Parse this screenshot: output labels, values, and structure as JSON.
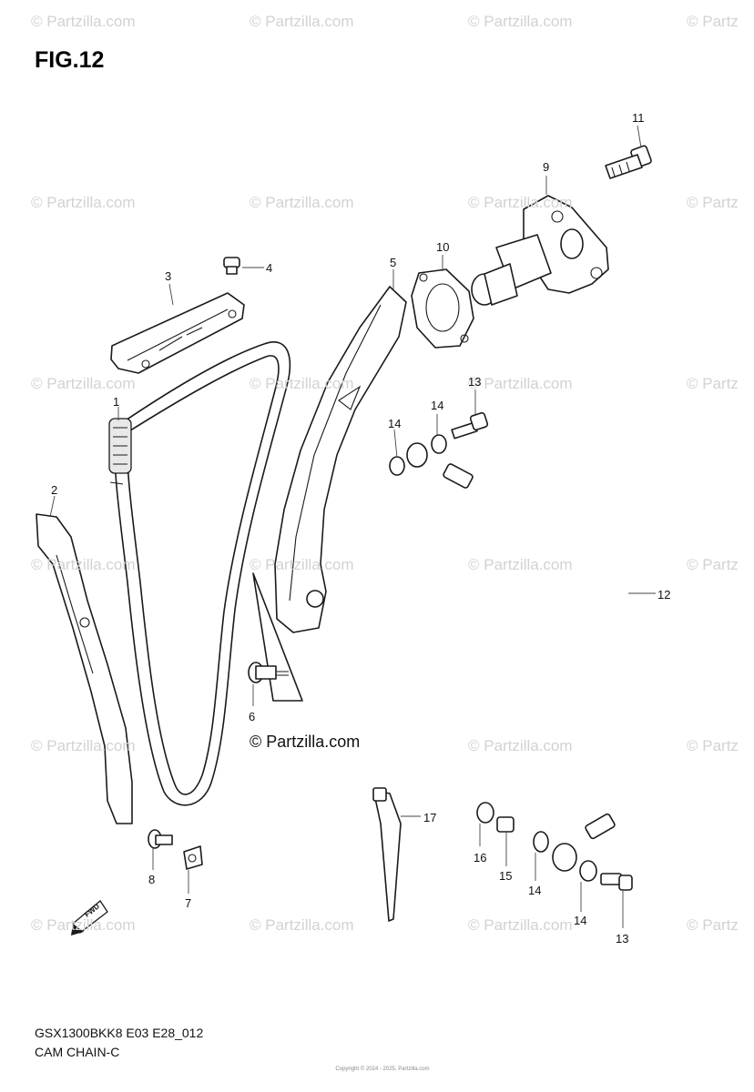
{
  "figure": {
    "title": "FIG.12",
    "center_watermark": "© Partzilla.com",
    "background_watermark": "© Partzilla.com",
    "partial_watermark": "© Partz"
  },
  "callouts": [
    {
      "id": "c1",
      "label": "1"
    },
    {
      "id": "c2",
      "label": "2"
    },
    {
      "id": "c3",
      "label": "3"
    },
    {
      "id": "c4",
      "label": "4"
    },
    {
      "id": "c5",
      "label": "5"
    },
    {
      "id": "c6",
      "label": "6"
    },
    {
      "id": "c7",
      "label": "7"
    },
    {
      "id": "c8",
      "label": "8"
    },
    {
      "id": "c9",
      "label": "9"
    },
    {
      "id": "c10",
      "label": "10"
    },
    {
      "id": "c11",
      "label": "11"
    },
    {
      "id": "c12",
      "label": "12"
    },
    {
      "id": "c13a",
      "label": "13"
    },
    {
      "id": "c14a",
      "label": "14"
    },
    {
      "id": "c14b",
      "label": "14"
    },
    {
      "id": "c17",
      "label": "17"
    },
    {
      "id": "c16",
      "label": "16"
    },
    {
      "id": "c15",
      "label": "15"
    },
    {
      "id": "c14c",
      "label": "14"
    },
    {
      "id": "c14d",
      "label": "14"
    },
    {
      "id": "c13b",
      "label": "13"
    }
  ],
  "fwd_label": "FWD",
  "footer": {
    "code": "GSX1300BKK8 E03 E28_012",
    "name": "CAM CHAIN-C"
  },
  "copyright_text": "Copyright © 2024 - 2025, Partzilla.com"
}
